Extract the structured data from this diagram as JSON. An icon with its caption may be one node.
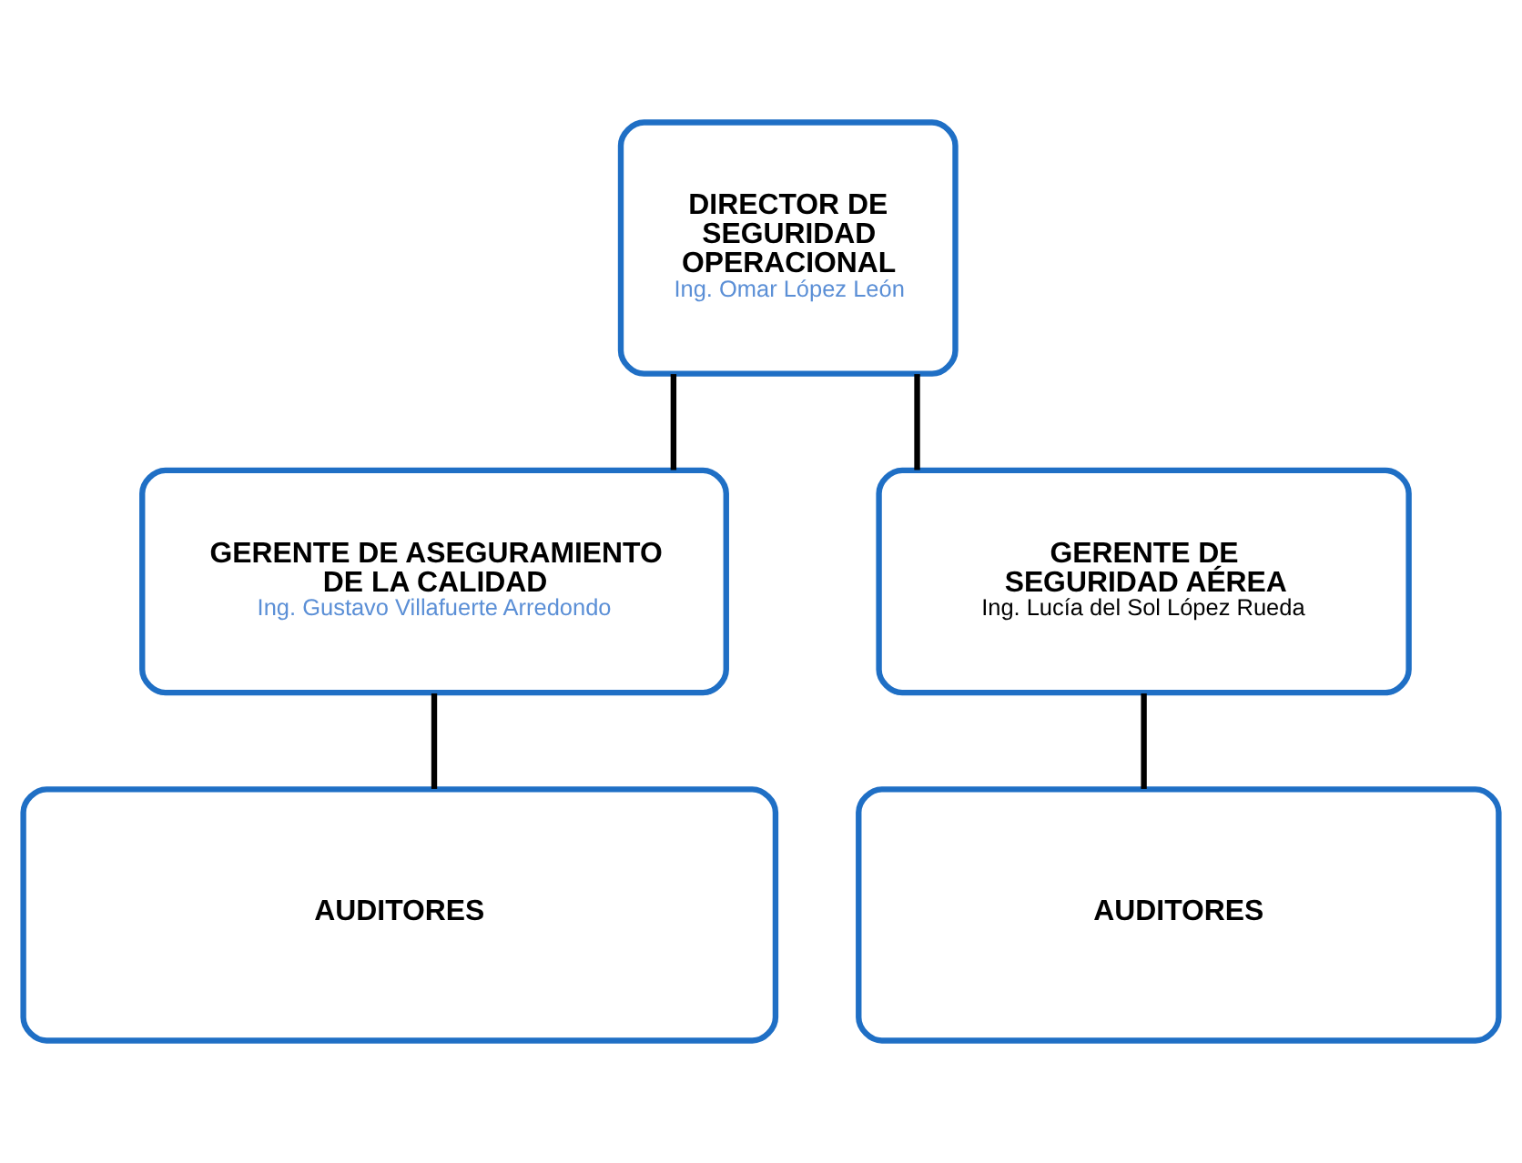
{
  "diagram": {
    "nodes": [
      {
        "text": [
          "DIRECTOR DE SEGURIDAD OPERACIONAL",
          "Ing. Omar López León"
        ]
      },
      {
        "text": [
          "GERENTE DE ASEGURAMIENTO DE LA CALIDAD",
          "Ing. Gustavo Villafuerte Arredondo"
        ]
      },
      {
        "text": [
          "GERENTE DE SEGURIDAD AÉREA",
          "Ing. Lucía del Sol López Rueda"
        ]
      },
      {
        "text": [
          "AUDITORES"
        ]
      },
      {
        "text": [
          "AUDITORES"
        ]
      }
    ],
    "edges": [
      {
        "from": 0,
        "to": 1,
        "arrow": "none"
      },
      {
        "from": 0,
        "to": 2,
        "arrow": "none"
      },
      {
        "from": 1,
        "to": 3,
        "arrow": "none"
      },
      {
        "from": 2,
        "to": 4,
        "arrow": "none"
      }
    ]
  }
}
